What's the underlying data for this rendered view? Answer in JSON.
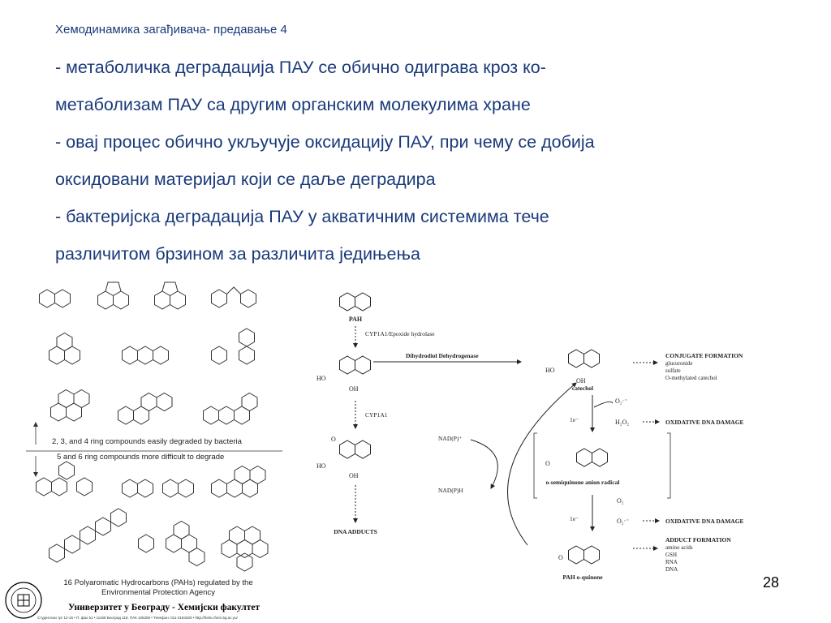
{
  "header": "Хемодинамика загађивача- предавање 4",
  "bullets": [
    "- метаболичка деградација ПАУ се обично одиграва кроз ко-",
    "метаболизам ПАУ са другим органским молекулима хране",
    "- овај процес обично укључује оксидацију ПАУ, при чему се добија",
    "оксидовани материјал који се даље деградира",
    "- бактеријска деградација ПАУ у акватичним системима тече",
    "различитом брзином за различита једињења"
  ],
  "left_figure": {
    "easy_label": "2, 3, and 4 ring compounds easily degraded by bacteria",
    "hard_label": "5 and 6 ring compounds more difficult to degrade",
    "caption_line1": "16 Polyaromatic Hydrocarbons (PAHs) regulated by the",
    "caption_line2": "Environmental Protection Agency"
  },
  "pathway": {
    "pah": "PAH",
    "step1": "CYP1A1/Epoxide hydrolase",
    "dehydrogenase": "Dihydrodiol Dehydrogenase",
    "step2": "CYP1A1",
    "ho": "HO",
    "oh": "OH",
    "o": "O",
    "dna_adducts": "DNA ADDUCTS",
    "nadp_plus": "NAD(P)⁺",
    "nadph": "NAD(P)H",
    "catechol": "catechol",
    "conj_title": "CONJUGATE FORMATION",
    "conj_items": [
      "glucuronide",
      "sulfate",
      "O-methylated catechol"
    ],
    "o2_radical": "O₂·⁻",
    "h2o2": "H₂O₂",
    "one_e": "1e⁻",
    "oxidative": "OXIDATIVE DNA DAMAGE",
    "semiquinone": "o-semiquinone anion radical",
    "o2": "O₂",
    "quinone": "PAH o-quinone",
    "adduct_title": "ADDUCT FORMATION",
    "adduct_items": [
      "amino acids",
      "GSH",
      "RNA",
      "DNA"
    ]
  },
  "footer": {
    "university": "Универзитет у Београду - Хемијски факултет",
    "address": "Студентски трг 12-16 • П. фах 51 • 11158 Београд 118, ПАК 105305 • Телефон: 011-2184330 • http://helix.chem.bg.ac.yu/"
  },
  "page_number": "28"
}
